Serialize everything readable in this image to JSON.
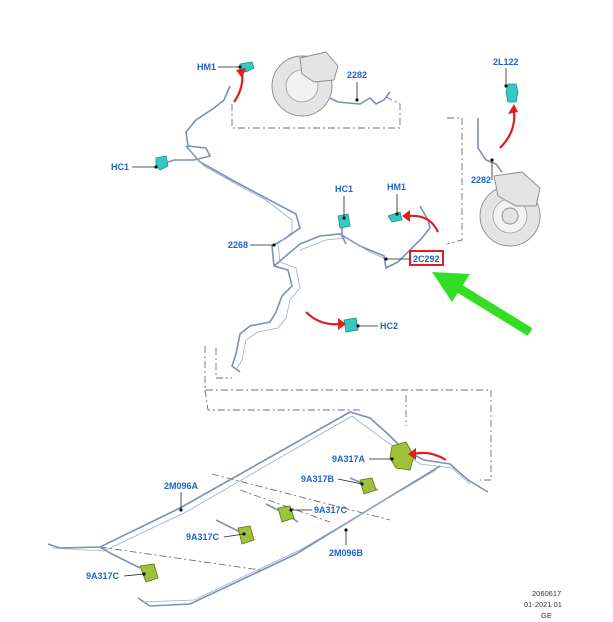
{
  "labels": {
    "hm1_top": "HM1",
    "hc1_left": "HC1",
    "p2282_left": "2282",
    "p2l122": "2L122",
    "p2282_right": "2282",
    "hc1_mid": "HC1",
    "hm1_mid": "HM1",
    "p2268": "2268",
    "p2c292": "2C292",
    "hc2": "HC2",
    "p9a317a": "9A317A",
    "p9a317b": "9A317B",
    "p2m096a": "2M096A",
    "p9a317c_1": "9A317C",
    "p9a317c_2": "9A317C",
    "p2m096b": "2M096B",
    "p9a317c_3": "9A317C"
  },
  "reference": {
    "code": "2060617",
    "date": "01-2021 01",
    "region": "GE"
  },
  "highlight": {
    "box_color": "#e01e1e",
    "pointer_color": "#33dd22",
    "highlighted_part": "2C292"
  },
  "colors": {
    "label": "#1e64c8",
    "brake_line": "#7c8fb8",
    "clip_cyan": "#35c9c4",
    "clip_olive": "#9ec23a",
    "arrow_red": "#e01e1e"
  }
}
